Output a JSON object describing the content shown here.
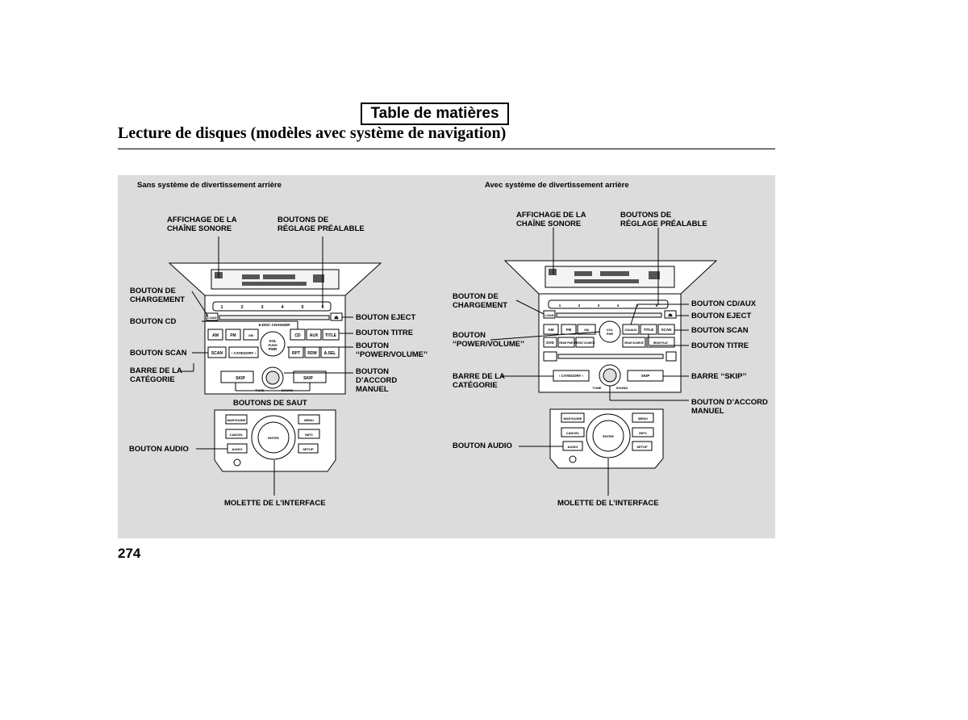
{
  "header": {
    "toc_label": "Table de matières",
    "title": "Lecture de disques (modèles avec système de navigation)"
  },
  "page_number": "274",
  "left": {
    "subtitle": "Sans système de divertissement arrière",
    "labels": {
      "affichage": "AFFICHAGE DE LA\nCHAÎNE SONORE",
      "prealable": "BOUTONS DE\nRÉGLAGE PRÉALABLE",
      "chargement": "BOUTON DE\nCHARGEMENT",
      "cd": "BOUTON CD",
      "scan": "BOUTON SCAN",
      "barre": "BARRE DE LA\nCATÉGORIE",
      "eject": "BOUTON EJECT",
      "titre": "BOUTON TITRE",
      "power": "BOUTON\n‘‘POWER/VOLUME’’",
      "accord": "BOUTON\nD’ACCORD\nMANUEL",
      "saut": "BOUTONS DE SAUT",
      "audio": "BOUTON AUDIO",
      "molette": "MOLETTE DE L’INTERFACE"
    }
  },
  "right": {
    "subtitle": "Avec système de divertissement arrière",
    "labels": {
      "affichage": "AFFICHAGE DE LA\nCHAÎNE SONORE",
      "prealable": "BOUTONS DE\nRÉGLAGE PRÉALABLE",
      "chargement": "BOUTON DE\nCHARGEMENT",
      "power": "BOUTON\n‘‘POWER/VOLUME’’",
      "barre": "BARRE DE LA\nCATÉGORIE",
      "audio": "BOUTON AUDIO",
      "molette": "MOLETTE DE L’INTERFACE",
      "cdaux": "BOUTON CD/AUX",
      "eject": "BOUTON EJECT",
      "scan": "BOUTON SCAN",
      "titre": "BOUTON TITRE",
      "skip": "BARRE ‘‘SKIP’’",
      "accord": "BOUTON D’ACCORD\nMANUEL"
    }
  },
  "unit_text": {
    "presets": [
      "1",
      "2",
      "3",
      "4",
      "5",
      "6"
    ],
    "load": "LOAD",
    "changer": "6-DISC CHANGER",
    "am": "AM",
    "fm": "FM",
    "xm": "XM",
    "cd": "CD",
    "aux": "AUX",
    "title": "TITLE",
    "scan": "SCAN",
    "category": "‹ CATEGORY ›",
    "vol": "VOL",
    "push": "PUSH",
    "pwr": "PWR",
    "rpt": "RPT",
    "rdm": "RDM",
    "asel": "A.SEL",
    "skip": "SKIP",
    "tune": "TUNE",
    "sound": "SOUND",
    "cdaux": "CD/AUX",
    "dvd": "DVD",
    "rear_pwr": "REAR PWR",
    "front_source": "FRONT SOURCE",
    "rear_source": "REAR SOURCE",
    "rear_play": "REAR PLAY",
    "map_guide": "MAP/GUIDE",
    "menu": "MENU",
    "cancel": "CANCEL",
    "info": "INFO",
    "enter": "ENTER",
    "audio": "AUDIO",
    "setup": "SETUP"
  }
}
